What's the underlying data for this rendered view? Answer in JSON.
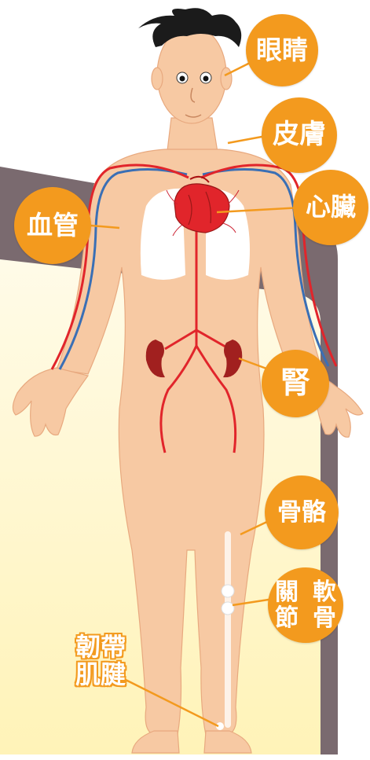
{
  "labels": {
    "eyes": "眼睛",
    "skin": "皮膚",
    "heart": "心臟",
    "blood_vessels": "血管",
    "kidney": "腎",
    "bones": "骨骼",
    "joints_line1": "關節",
    "joints_line2": "軟骨",
    "tendons_line1": "韌帶",
    "tendons_line2": "肌腱"
  },
  "colors": {
    "label_bg": "#f39a1e",
    "skin": "#f7c9a3",
    "artery": "#e1252b",
    "vein": "#3a6fb5",
    "kidney": "#a1201f",
    "frame": "#7a6a6f",
    "panel": "#fffbe6"
  }
}
